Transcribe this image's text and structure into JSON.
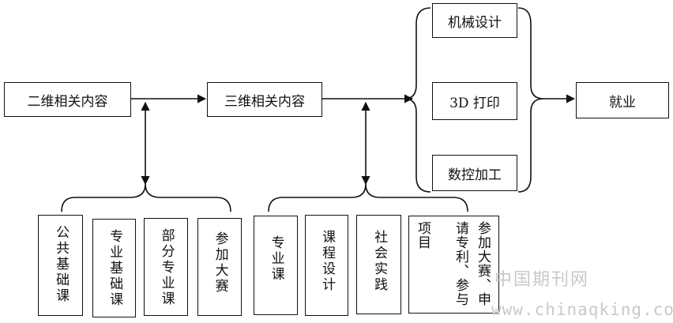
{
  "boxes": {
    "b1": "二维相关内容",
    "b2": "三维相关内容",
    "r1": "机械设计",
    "r2": "3D 打印",
    "r3": "数控加工",
    "job": "就业"
  },
  "group1": [
    "公共基础课",
    "专业基础课",
    "部分专业课",
    "参加大赛"
  ],
  "group2": [
    "专业课",
    "课程设计",
    "社会实践"
  ],
  "group2_last": {
    "col1": "参加大赛、申",
    "col2": "请专利、参与",
    "col3": "项目"
  },
  "watermark": {
    "cn": "中国期刊网",
    "en": "www.chinaqking.com"
  }
}
